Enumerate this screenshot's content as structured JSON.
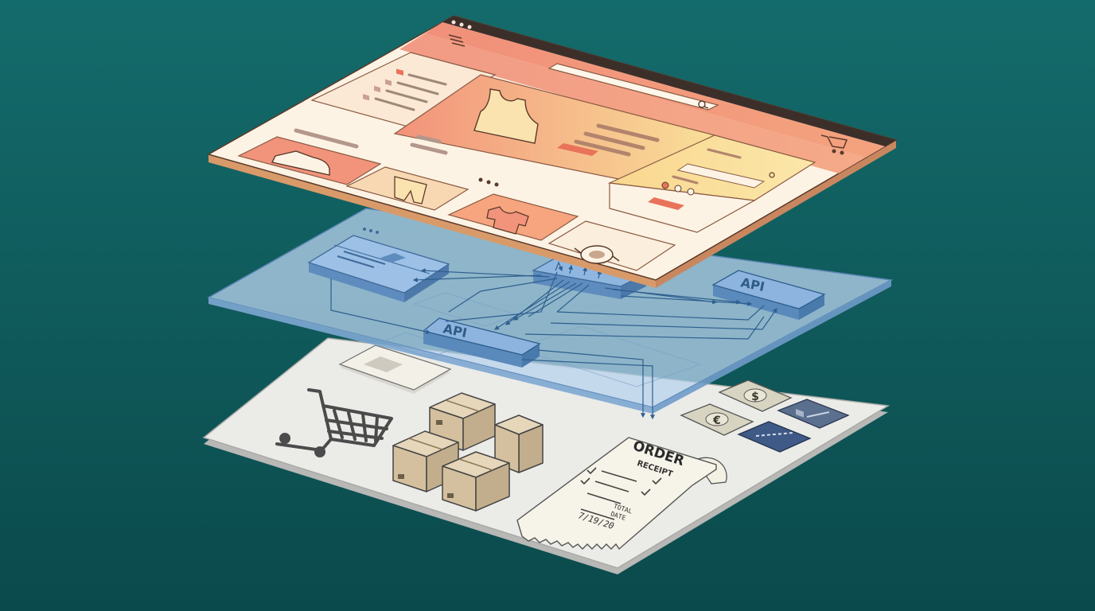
{
  "layers": {
    "frontend": {
      "name": "",
      "icons": [
        "hamburger-menu-icon",
        "search-icon",
        "cart-icon",
        "tank-top-icon",
        "sneaker-icon",
        "pants-icon",
        "tshirt-icon",
        "watch-icon"
      ]
    },
    "api": {
      "name": "",
      "node_labels": {
        "left": "API",
        "right": "API"
      }
    },
    "backend": {
      "name": "",
      "receipt": {
        "title": "ORDER",
        "subtitle": "RECEIPT",
        "total": "TOTAL",
        "date_label": "DATE",
        "date": "7/19/20"
      },
      "currency": {
        "dollar": "$",
        "euro": "€"
      },
      "icons": [
        "shopping-cart-icon",
        "boxes-icon",
        "receipt-icon",
        "dollar-bill-icon",
        "euro-bill-icon",
        "credit-card-icon"
      ]
    }
  },
  "colors": {
    "background_top": "#146b6b",
    "background_bottom": "#0b4a4c",
    "frontend_accent": "#ee8e6f",
    "frontend_light": "#fdf3e4",
    "api_glass": "#a9c9e8",
    "api_node": "#5a89bb",
    "backend_plate": "#e8e8e6",
    "card_blue": "#3f5a86"
  }
}
